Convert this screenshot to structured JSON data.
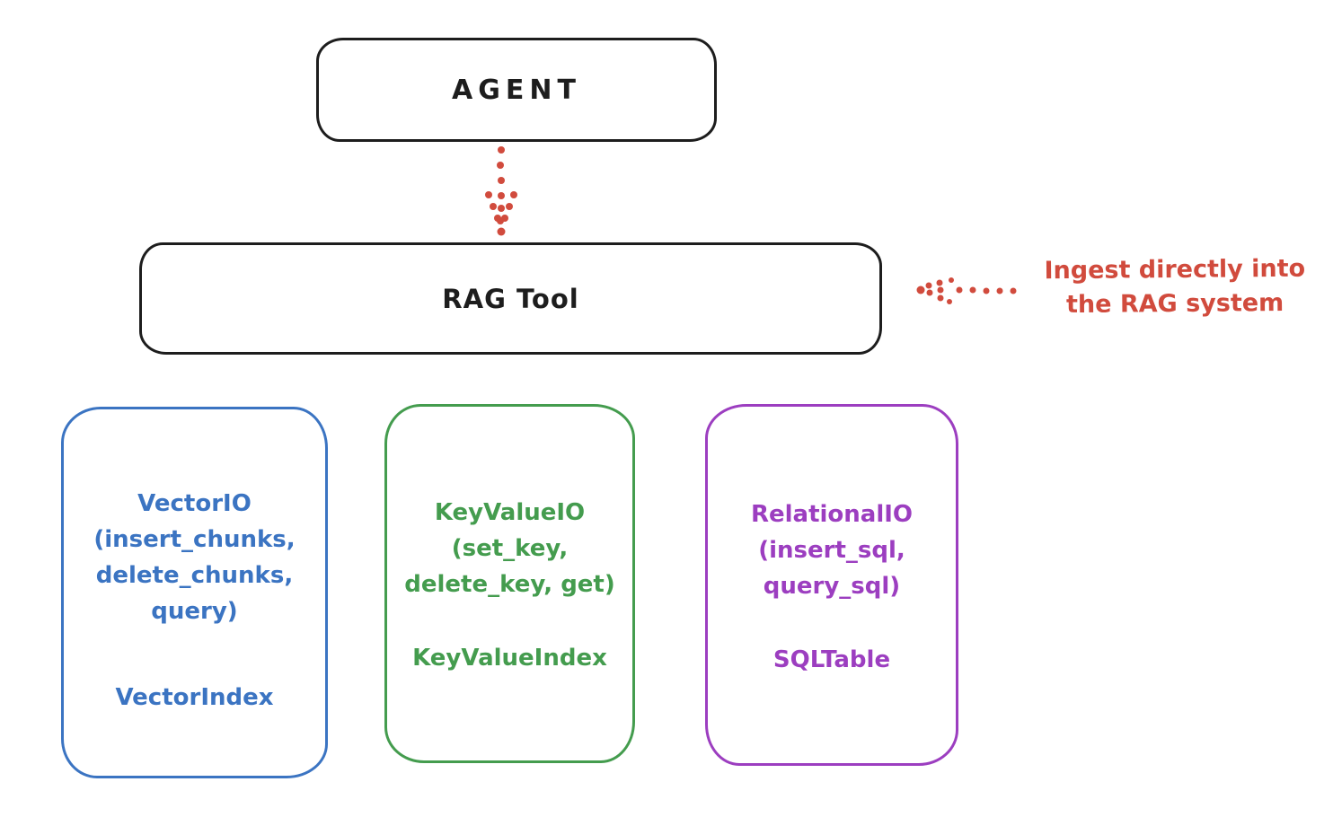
{
  "diagram": {
    "agent_box": {
      "label": "AGENT"
    },
    "rag_tool_box": {
      "label": "RAG Tool"
    },
    "annotation": {
      "text_line1": "Ingest directly into",
      "text_line2": "the RAG system"
    },
    "storage_boxes": [
      {
        "id": "vector",
        "io_text": "VectorIO\n(insert_chunks,\ndelete_chunks,\nquery)",
        "index_label": "VectorIndex",
        "color": "#3b74c2"
      },
      {
        "id": "keyvalue",
        "io_text": "KeyValueIO\n(set_key,\ndelete_key, get)",
        "index_label": "KeyValueIndex",
        "color": "#449c4e"
      },
      {
        "id": "relational",
        "io_text": "RelationalIO\n(insert_sql,\nquery_sql)",
        "index_label": "SQLTable",
        "color": "#9c3ec0"
      }
    ],
    "colors": {
      "ink": "#1d1d1d",
      "red": "#d14b3d"
    }
  }
}
